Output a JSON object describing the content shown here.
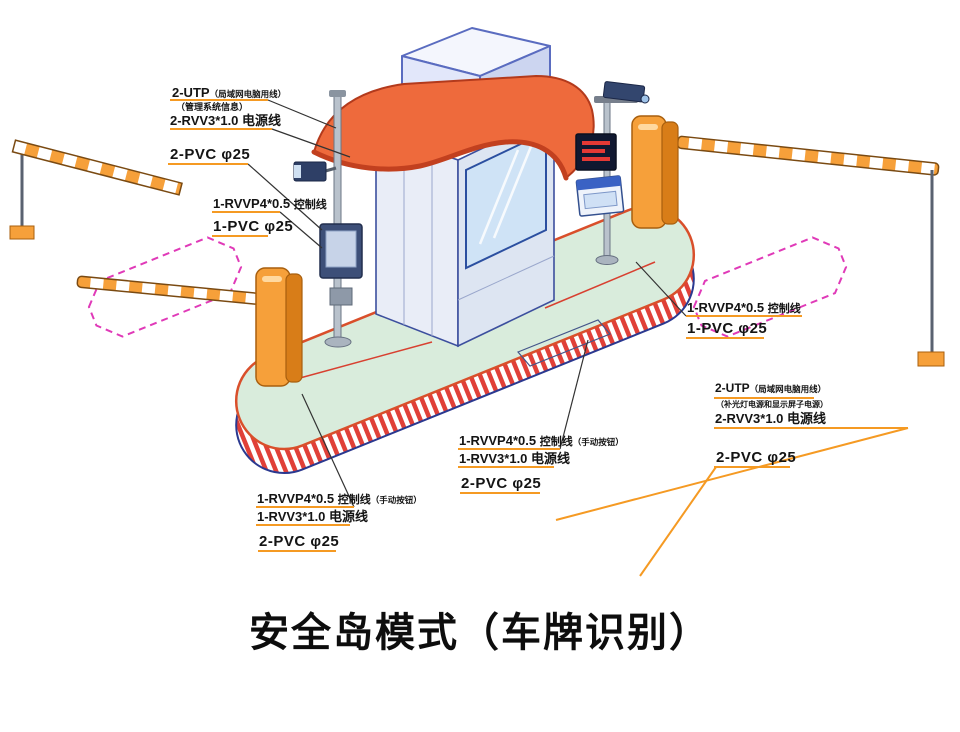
{
  "title": "安全岛模式（车牌识别）",
  "colors": {
    "leader_orange": "#f59a23",
    "loop_magenta": "#e03ab8",
    "roof_orange": "#ee6a3c",
    "cabinet_orange": "#f6a03a",
    "island_green": "#d9ecdc",
    "stripe_red": "#e04038",
    "outline_blue": "#3c4f9e"
  },
  "labels": {
    "g1": {
      "l1": "2-UTP",
      "l1s": "（局域网电脑用线）",
      "l2": "（管理系统信息）",
      "l3": "2-RVV3*1.0 电源线",
      "l4": "2-PVC φ25"
    },
    "g2": {
      "l1": "1-RVVP4*0.5",
      "l1b": "控制线",
      "l2": "1-PVC φ25"
    },
    "g3": {
      "l1": "1-RVVP4*0.5",
      "l1b": "控制线",
      "l2": "1-PVC φ25"
    },
    "g4": {
      "l1": "2-UTP",
      "l1s": "（局域网电脑用线）",
      "l2": "（补光灯电源和显示屏子电源）",
      "l3": "2-RVV3*1.0 电源线",
      "l4": "2-PVC φ25"
    },
    "g5": {
      "l1": "1-RVVP4*0.5",
      "l1b": "控制线",
      "l1s": "（手动按钮）",
      "l2": "1-RVV3*1.0 电源线",
      "l3": "2-PVC φ25"
    },
    "g6": {
      "l1": "1-RVVP4*0.5",
      "l1b": "控制线",
      "l1s": "（手动按钮）",
      "l2": "1-RVV3*1.0 电源线",
      "l3": "2-PVC φ25"
    }
  }
}
